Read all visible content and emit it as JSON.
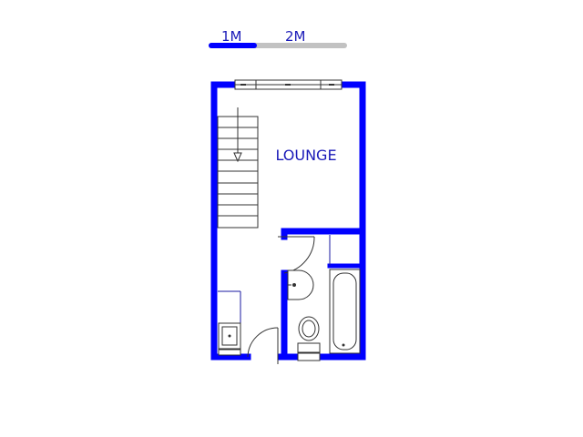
{
  "scale_bar": {
    "label_1": "1M",
    "label_2": "2M",
    "fill_color": "#0000ff",
    "empty_color": "#c2c2c2"
  },
  "rooms": {
    "lounge": "LOUNGE"
  },
  "colors": {
    "wall": "#0000ff",
    "fixture_line": "#333333",
    "thin_line": "#1a1aa0"
  }
}
